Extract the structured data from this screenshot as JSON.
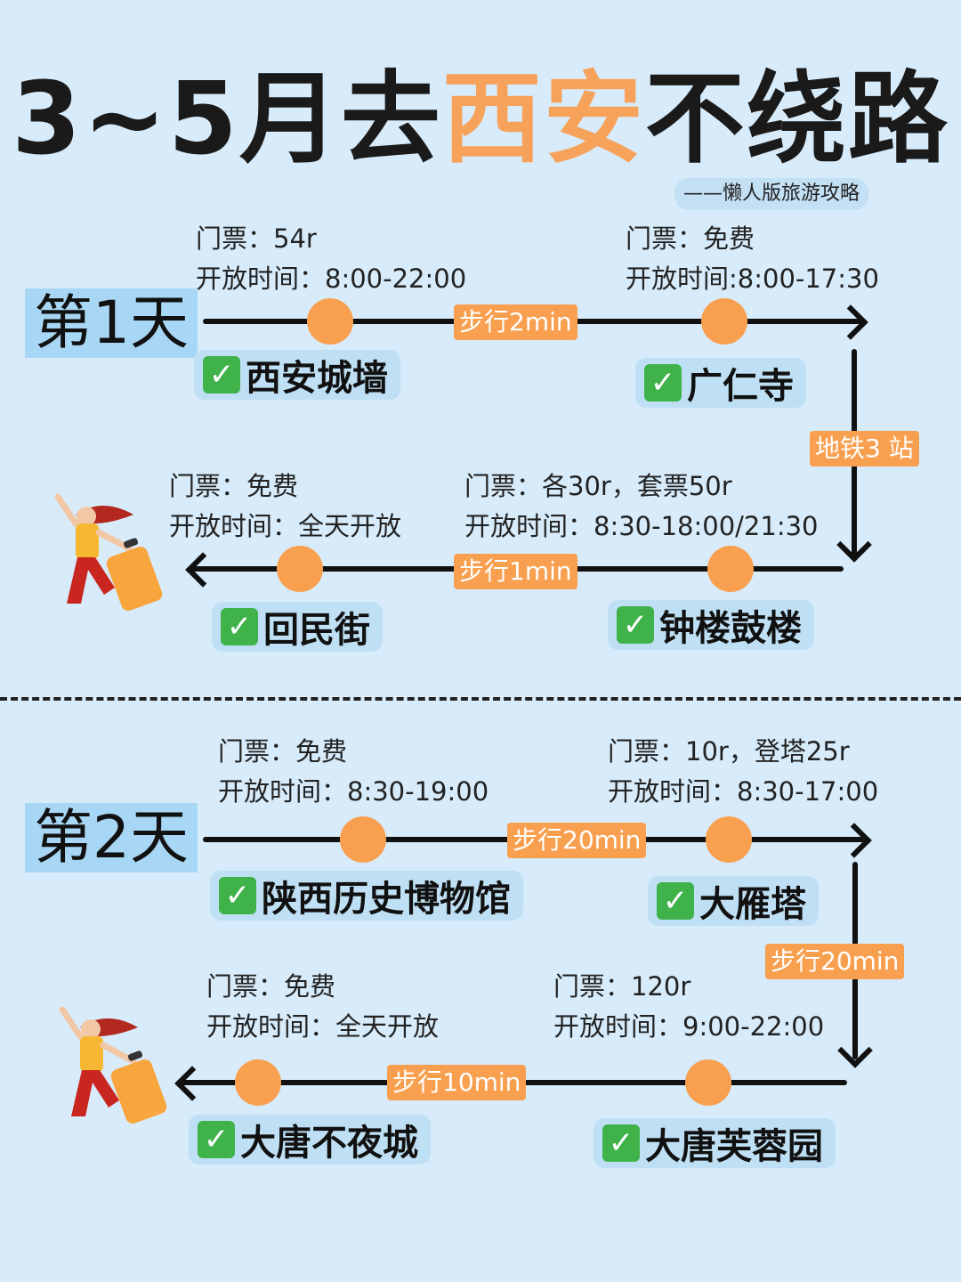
{
  "title": {
    "part1": "3~5月去",
    "highlight": "西安",
    "part2": "不绕路",
    "subtitle": "——懒人版旅游攻略"
  },
  "colors": {
    "background": "#d7ebfa",
    "accent": "#f8a04f",
    "label_bg": "#bfe0f4",
    "check": "#3fb24a"
  },
  "day1": {
    "label": "第1天",
    "stops": [
      {
        "name": "西安城墙",
        "ticket": "门票：54r",
        "hours": "开放时间：8:00-22:00"
      },
      {
        "name": "广仁寺",
        "ticket": "门票：免费",
        "hours": "开放时间:8:00-17:30"
      },
      {
        "name": "钟楼鼓楼",
        "ticket": "门票：各30r，套票50r",
        "hours": "开放时间：8:30-18:00/21:30"
      },
      {
        "name": "回民街",
        "ticket": "门票：免费",
        "hours": "开放时间：全天开放"
      }
    ],
    "transfers": [
      "步行2min",
      "地铁3 站",
      "步行1min"
    ]
  },
  "day2": {
    "label": "第2天",
    "stops": [
      {
        "name": "陕西历史博物馆",
        "ticket": "门票：免费",
        "hours": "开放时间：8:30-19:00"
      },
      {
        "name": "大雁塔",
        "ticket": "门票：10r，登塔25r",
        "hours": "开放时间：8:30-17:00"
      },
      {
        "name": "大唐芙蓉园",
        "ticket": "门票：120r",
        "hours": "开放时间：9:00-22:00"
      },
      {
        "name": "大唐不夜城",
        "ticket": "门票：免费",
        "hours": "开放时间：全天开放"
      }
    ],
    "transfers": [
      "步行20min",
      "步行20min",
      "步行10min"
    ]
  },
  "check_symbol": "✓",
  "icons": {
    "check": "check-icon",
    "traveler": "traveler-illustration"
  }
}
